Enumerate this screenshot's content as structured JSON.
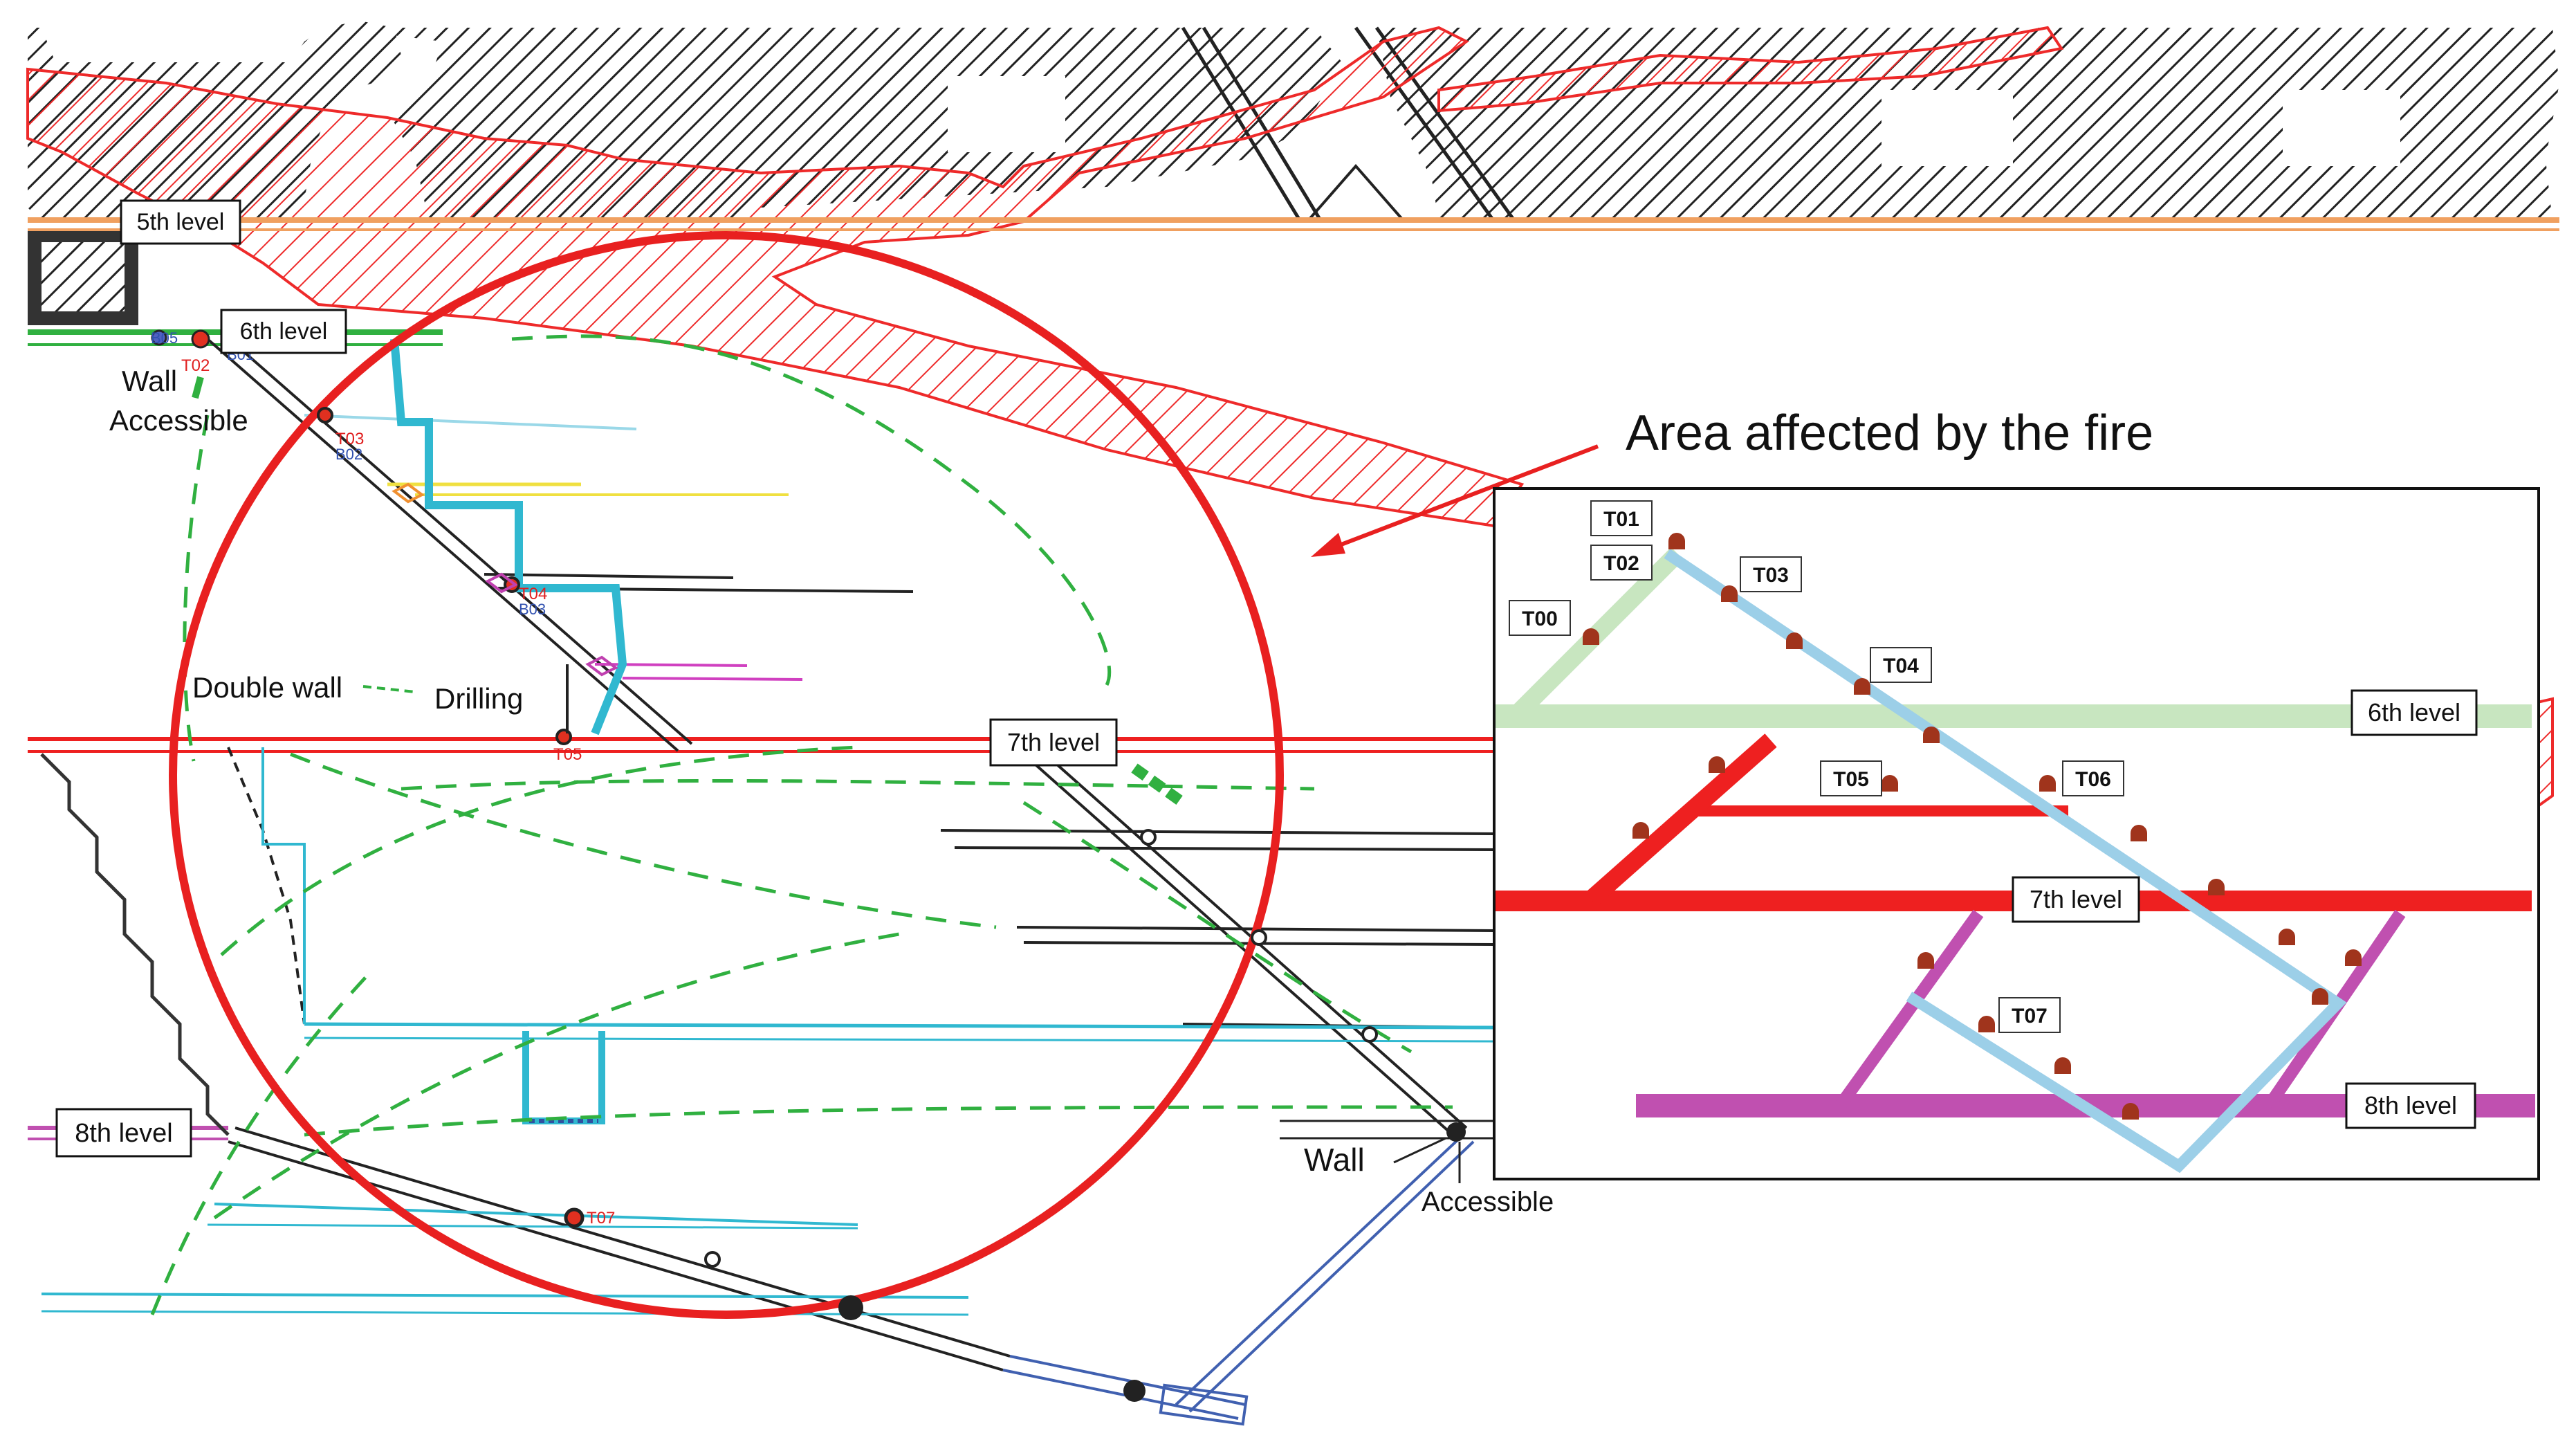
{
  "title": "Area affected by the fire",
  "main_labels": {
    "level5": "5th level",
    "level6": "6th level",
    "level7": "7th level",
    "level8": "8th level",
    "wall_top": "Wall",
    "accessible_top": "Accessible",
    "double_wall": "Double wall",
    "drilling": "Drilling",
    "wall_bottom": "Wall",
    "accessible_bottom": "Accessible"
  },
  "small_marks": {
    "t02": "T02",
    "t03": "T03",
    "b02": "B02",
    "t04": "T04",
    "b03": "B03",
    "t05": "T05",
    "t07": "T07",
    "b05": "B05",
    "b01": "B01"
  },
  "inset": {
    "sensors": [
      "T00",
      "T01",
      "T02",
      "T03",
      "T04",
      "T05",
      "T06",
      "T07"
    ],
    "levels": {
      "level6": "6th level",
      "level7": "7th level",
      "level8": "8th level"
    }
  },
  "colors": {
    "fire": "#ee2a2a",
    "ring": "#e82020",
    "level5": "#f0a060",
    "level6": "#c8e6c0",
    "level7": "#ee2020",
    "level8": "#c050b0",
    "ramp": "#9ccfe8",
    "sensor": "#a0341c",
    "cyan": "#30b8d0",
    "green_dash": "#30b040",
    "ramp_blue": "#4060b0"
  }
}
